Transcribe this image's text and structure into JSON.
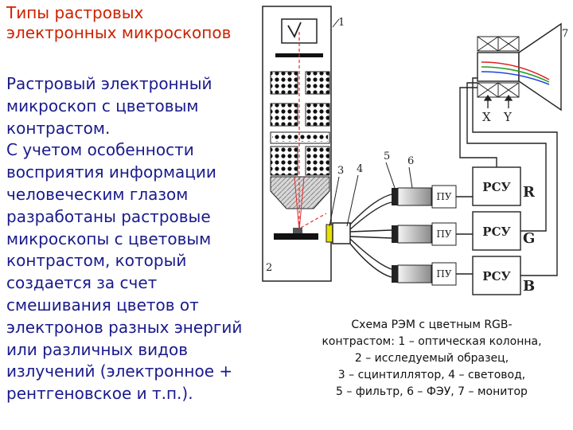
{
  "title_lines": [
    "Типы растровых",
    "электронных микроскопов"
  ],
  "body_lines": [
    "Растровый электронный",
    "микроскоп с цветовым",
    "контрастом.",
    "С учетом особенности",
    "восприятия информации",
    "человеческим глазом",
    "разработаны растровые",
    "микроскопы с цветовым",
    "контрастом, который",
    "создается за счет",
    "смешивания цветов от",
    "электронов разных энергий",
    "или различных видов",
    "излучений (электронное +",
    "рентгеновское и т.п.)."
  ],
  "caption_lines": [
    "Схема РЭМ с цветным RGB-",
    "контрастом: 1 – оптическая колонна,",
    "2 – исследуемый образец,",
    "3 – сцинтиллятор, 4 – световод,",
    "5 – фильтр, 6 – ФЭУ, 7 – монитор"
  ],
  "diagram": {
    "numbers": {
      "n1": "1",
      "n2": "2",
      "n3": "3",
      "n4": "4",
      "n5": "5",
      "n6": "6",
      "n7": "7"
    },
    "scan_x": "X",
    "scan_y": "Y",
    "pmt_label": "ПУ",
    "amp_label": "РСУ",
    "channel_r": "R",
    "channel_g": "G",
    "channel_b": "B"
  },
  "colors": {
    "title": "#cc2200",
    "body": "#1a1a8c",
    "beam": "#e03030",
    "line_red": "#e02020",
    "line_green": "#20a020",
    "line_blue": "#2040e0",
    "scintillator": "#e8e000"
  }
}
